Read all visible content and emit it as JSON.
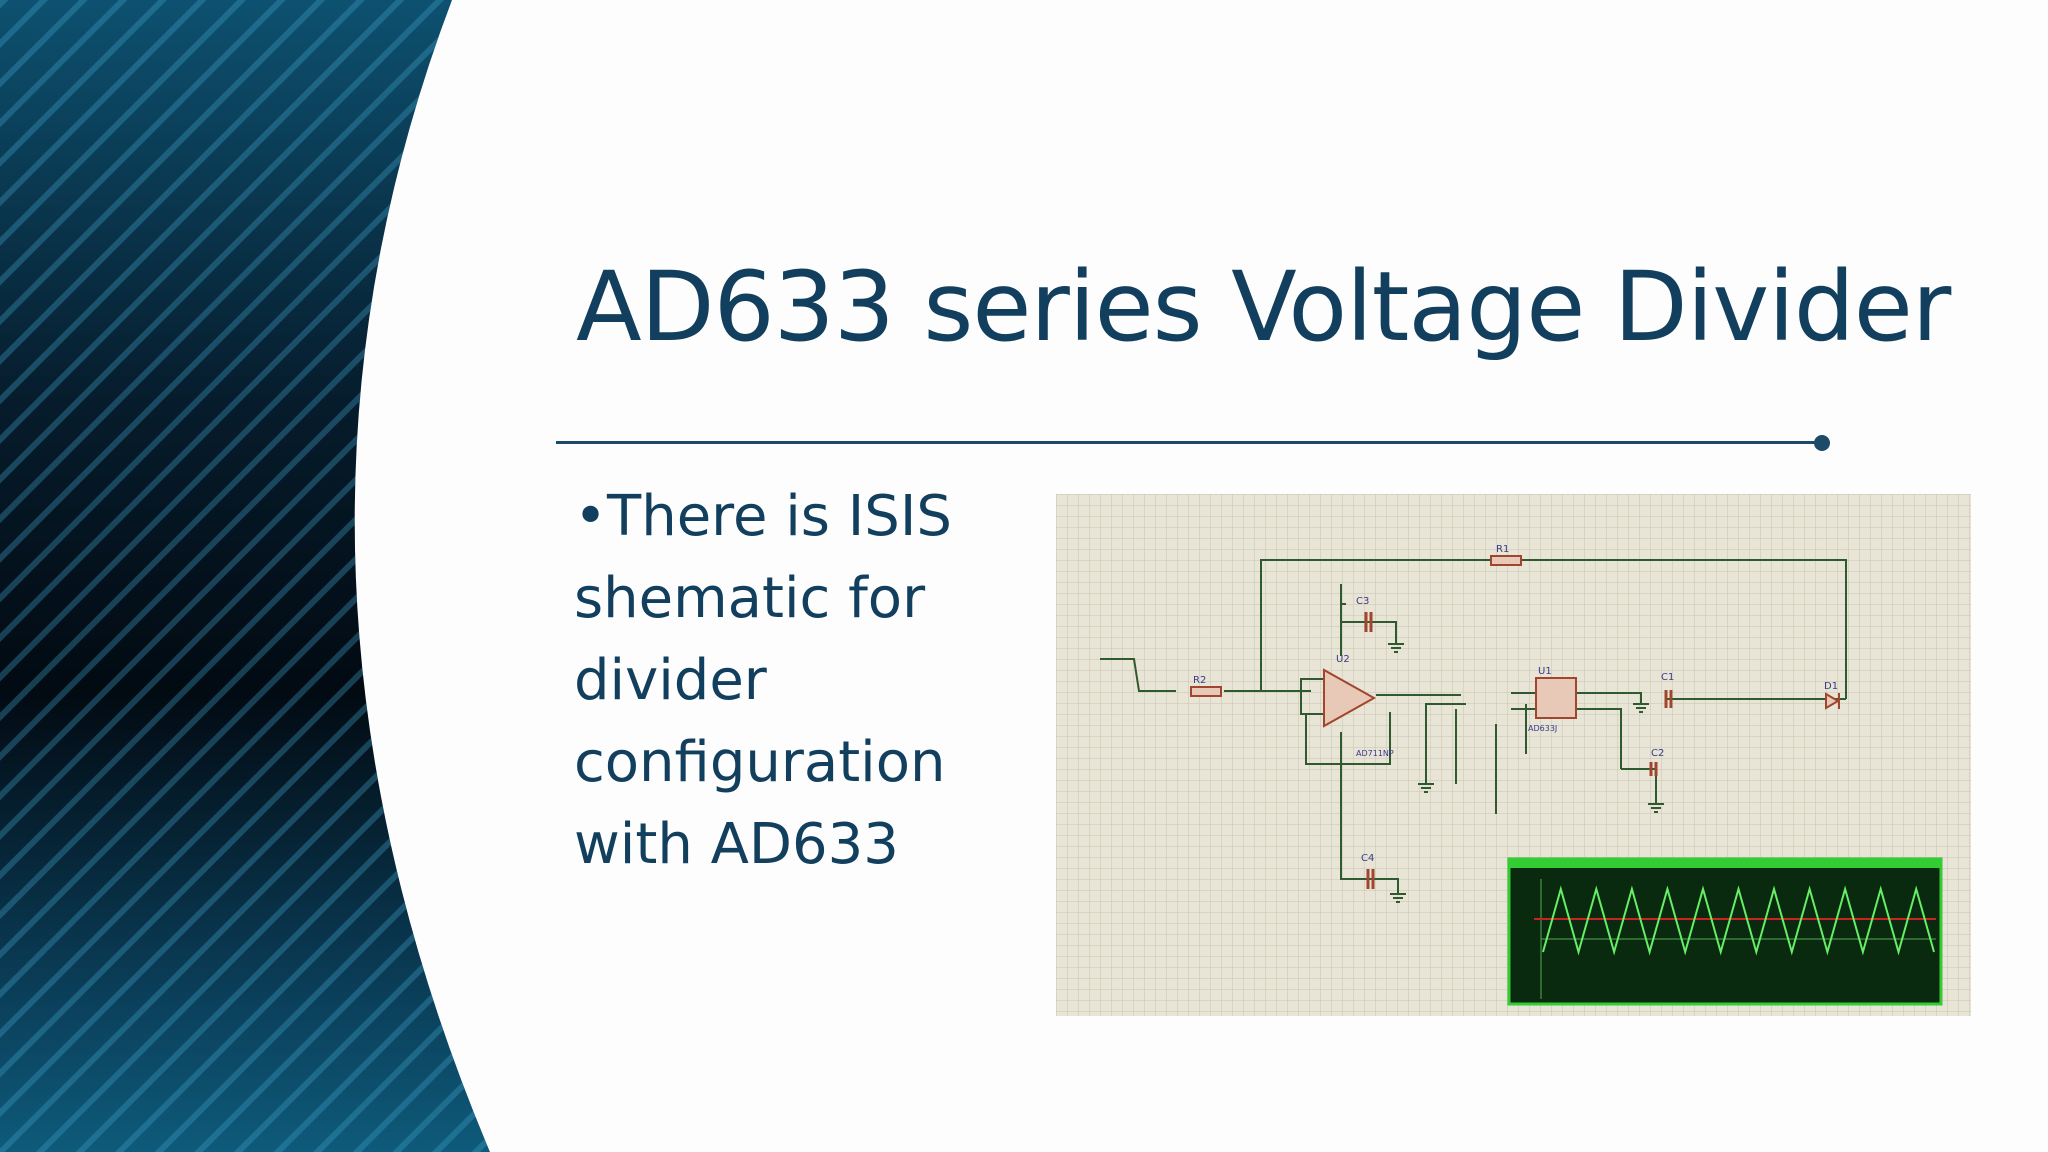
{
  "slide": {
    "title": "AD633 series Voltage Divider",
    "bullets": [
      {
        "bullet": "•",
        "lines": [
          "There is ISIS",
          "shematic for",
          "divider",
          "configuration",
          "with AD633"
        ]
      }
    ]
  },
  "schematic": {
    "components": {
      "r1": "R1",
      "r2": "R2",
      "c1": "C1",
      "c2": "C2",
      "c3": "C3",
      "c4": "C4",
      "u1": "U1",
      "u2": "U2",
      "d1": "D1",
      "u1_part": "AD633J",
      "u2_part": "AD711NP"
    },
    "scope": {
      "wave_count": 11
    }
  },
  "colors": {
    "title": "#123f5e",
    "accent_line": "#1c4a68",
    "grid_bg": "#e8e4d6",
    "scope_bg": "#0a2a10",
    "scope_frame": "#33cc33"
  }
}
